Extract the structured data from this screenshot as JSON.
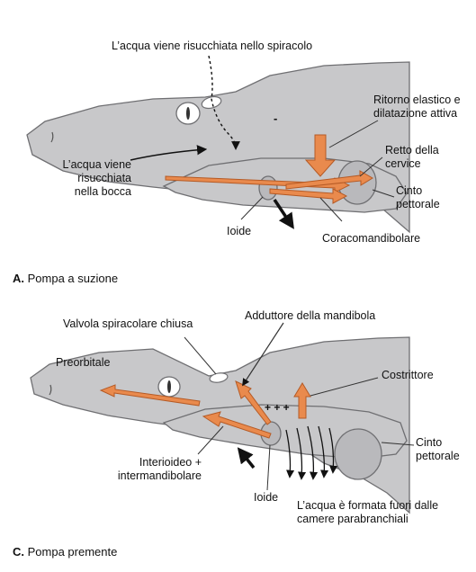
{
  "panel_a": {
    "letter": "A.",
    "title": "Pompa a suzione",
    "labels": {
      "spiracle_in": "L’acqua viene risucchiata nello spiracolo",
      "mouth_in": "L’acqua viene\nrisucchiata\nnella bocca",
      "elastic": "Ritorno elastico e\ndilatazione attiva",
      "retto": "Retto della\ncervice",
      "cinto": "Cinto\npettorale",
      "ioide": "Ioide",
      "coraco": "Coracomandibolare",
      "minus": "-"
    }
  },
  "panel_c": {
    "letter": "C.",
    "title": "Pompa premente",
    "labels": {
      "valvola": "Valvola spiracolare chiusa",
      "adduttore": "Adduttore della mandibola",
      "preorbitale": "Preorbitale",
      "costrittore": "Costrittore",
      "cinto": "Cinto\npettorale",
      "interioideo": "Interioideo +\nintermandibolare",
      "ioide": "Ioide",
      "water_out": "L’acqua è formata fuori dalle\ncamere parabranchiali",
      "plus": "+ + +"
    }
  },
  "colors": {
    "body_fill": "#c8c8ca",
    "body_stroke": "#6f6f72",
    "arrow": "#e98a4d",
    "arrow_edge": "#b55a25"
  }
}
